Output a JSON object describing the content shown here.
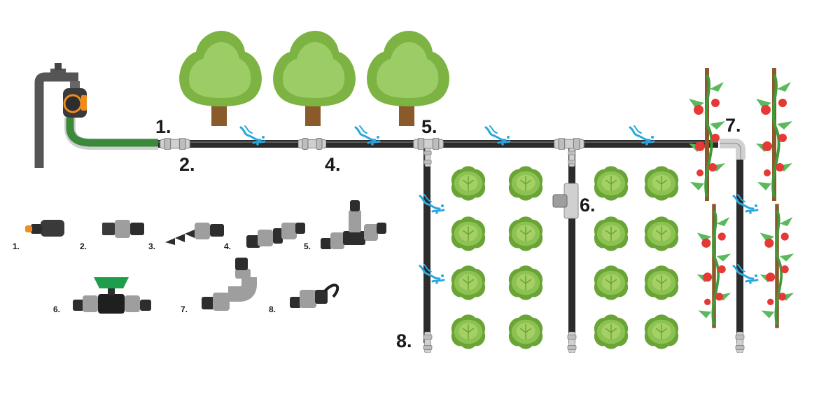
{
  "diagram": {
    "colors": {
      "pipe": "#2b2b2b",
      "pipe_highlight": "#5c5c5c",
      "hose": "#3b8a3c",
      "tree_foliage": "#8bc34a",
      "tree_trunk": "#8a5a2b",
      "lettuce": "#7cb342",
      "tomato": "#e53935",
      "water": "#29a8e0",
      "fitting": "#c9c9c9",
      "valve_handle": "#1e9e4a",
      "timer_orange": "#f08c1e"
    },
    "labels": {
      "l1": "1.",
      "l2": "2.",
      "l4": "4.",
      "l5": "5.",
      "l6": "6.",
      "l7": "7.",
      "l8": "8."
    }
  },
  "legend": {
    "items": [
      {
        "num": "1.",
        "icon": "tap-adapter-icon"
      },
      {
        "num": "2.",
        "icon": "threaded-connector-icon"
      },
      {
        "num": "3.",
        "icon": "barbed-connector-icon"
      },
      {
        "num": "4.",
        "icon": "straight-coupling-icon"
      },
      {
        "num": "5.",
        "icon": "tee-connector-icon"
      },
      {
        "num": "6.",
        "icon": "valve-icon"
      },
      {
        "num": "7.",
        "icon": "elbow-connector-icon"
      },
      {
        "num": "8.",
        "icon": "end-cap-icon"
      }
    ]
  }
}
